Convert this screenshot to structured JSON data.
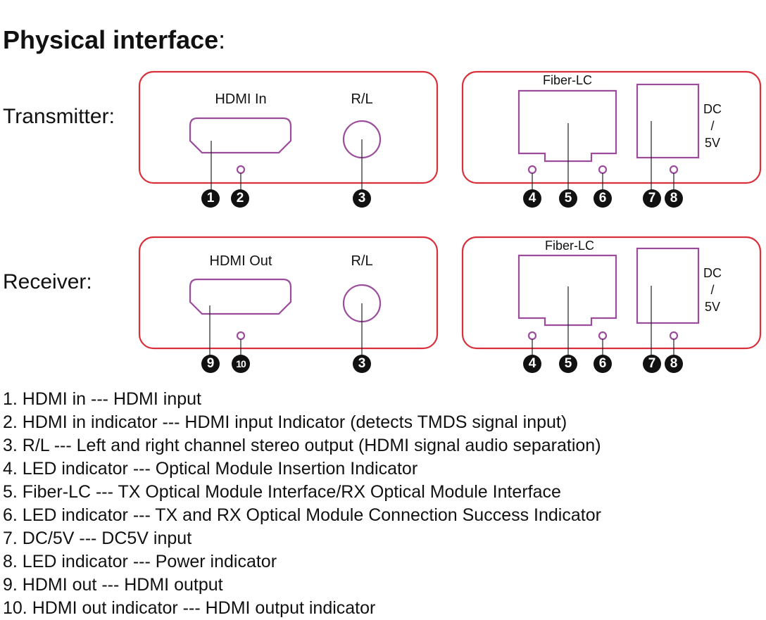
{
  "heading": "Physical interface",
  "heading_colon": ":",
  "transmitter": {
    "label": "Transmitter:",
    "left_panel": {
      "port_label": "HDMI In",
      "audio_label": "R/L"
    },
    "right_panel": {
      "fiber_label": "Fiber-LC",
      "dc_label": [
        "DC",
        "/",
        "5V"
      ]
    },
    "numbers": [
      "1",
      "2",
      "3",
      "4",
      "5",
      "6",
      "7",
      "8"
    ]
  },
  "receiver": {
    "label": "Receiver:",
    "left_panel": {
      "port_label": "HDMI Out",
      "audio_label": "R/L"
    },
    "right_panel": {
      "fiber_label": "Fiber-LC",
      "dc_label": [
        "DC",
        "/",
        "5V"
      ]
    },
    "numbers": [
      "9",
      "10",
      "3",
      "4",
      "5",
      "6",
      "7",
      "8"
    ]
  },
  "legend": [
    "1. HDMI in --- HDMI input",
    "2. HDMI in indicator --- HDMI input Indicator (detects TMDS signal input)",
    "3. R/L --- Left and right channel stereo output (HDMI signal audio separation)",
    "4. LED indicator --- Optical Module Insertion Indicator",
    "5. Fiber-LC --- TX Optical Module Interface/RX Optical Module Interface",
    "6. LED indicator --- TX and RX Optical Module Connection Success Indicator",
    "7. DC/5V --- DC5V input",
    "8. LED indicator --- Power indicator",
    "9. HDMI out --- HDMI output",
    "10. HDMI out indicator --- HDMI output indicator"
  ],
  "colors": {
    "panel_border": "#d9303b",
    "port_outline": "#9b4d9b",
    "line": "#222222",
    "badge": "#111111"
  }
}
